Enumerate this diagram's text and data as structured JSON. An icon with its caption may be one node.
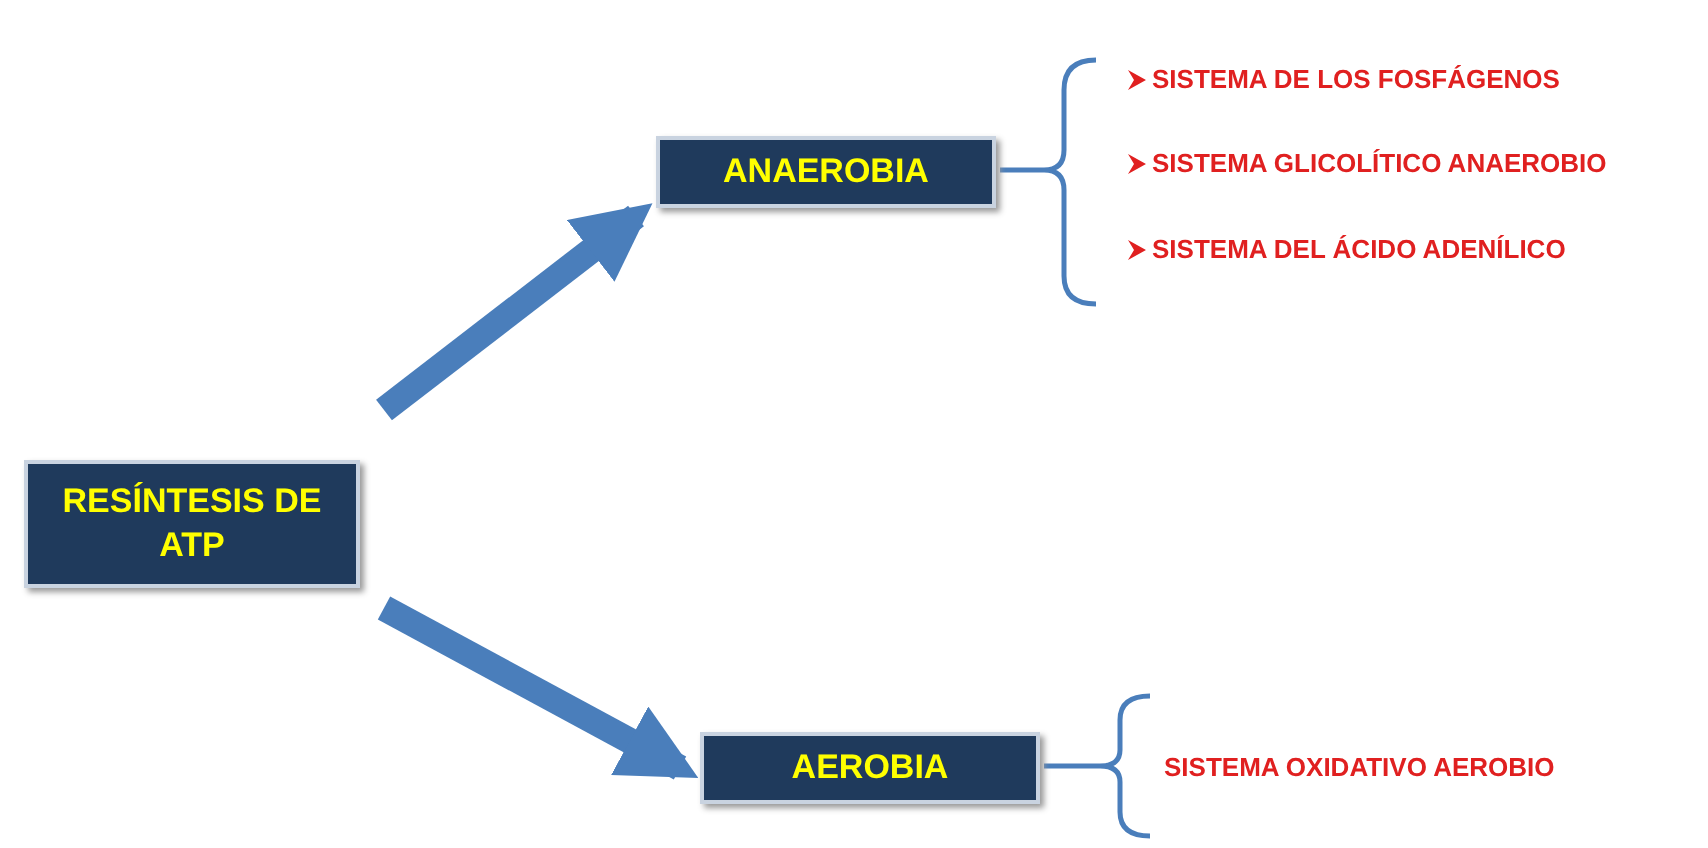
{
  "diagram": {
    "nodes": [
      {
        "text": [
          "RESÍNTESIS DE ATP"
        ]
      },
      {
        "text": [
          "ANAEROBIA"
        ]
      },
      {
        "text": [
          "AEROBIA"
        ]
      }
    ],
    "edges": [
      {
        "from": 0,
        "to": 1,
        "arrow": "to"
      },
      {
        "from": 0,
        "to": 2,
        "arrow": "to"
      }
    ],
    "labels": [
      "SISTEMA DE LOS FOSFÁGENOS",
      "SISTEMA GLICOLÍTICO ANAEROBIO",
      "SISTEMA DEL ÁCIDO ADENÍLICO",
      "SISTEMA OXIDATIVO AEROBIO"
    ]
  }
}
